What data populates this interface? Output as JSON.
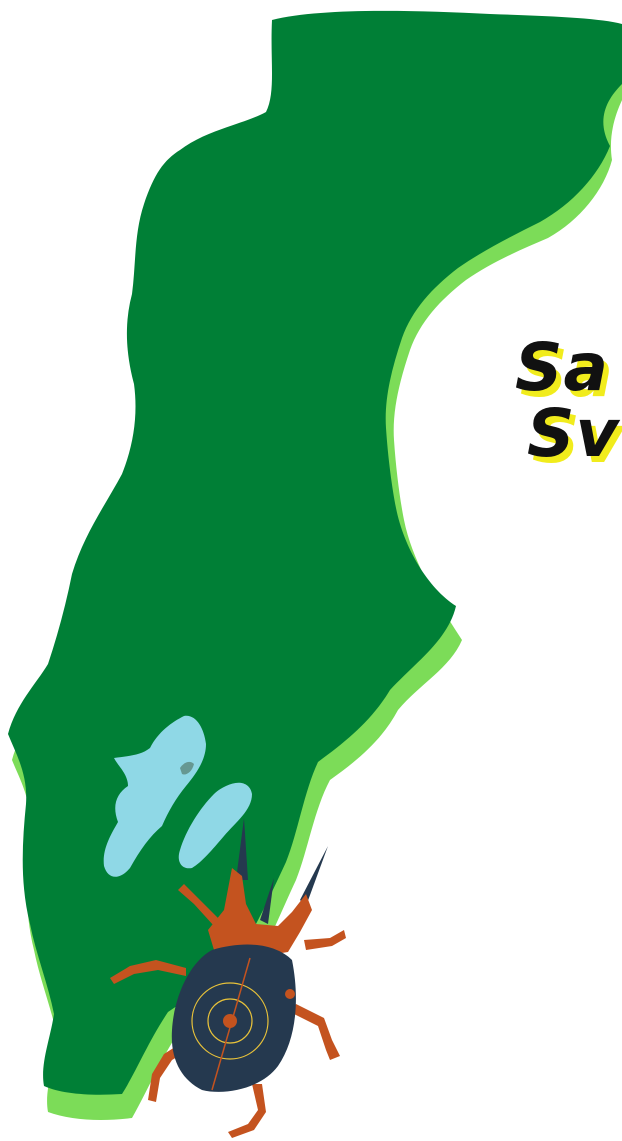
{
  "title": {
    "line1": "Sa",
    "line2": "Sv"
  },
  "colors": {
    "map_fill": "#007f36",
    "map_shadow": "#7cdc58",
    "lake": "#8fd8e6",
    "beetle_body": "#25394f",
    "beetle_legs": "#c4531f",
    "beetle_lines": "#e8c23a",
    "title_shadow": "#f1ec1c"
  },
  "icons": [
    "sweden-map-shape",
    "lake-vanern",
    "lake-vattern",
    "beetle-illustration"
  ]
}
